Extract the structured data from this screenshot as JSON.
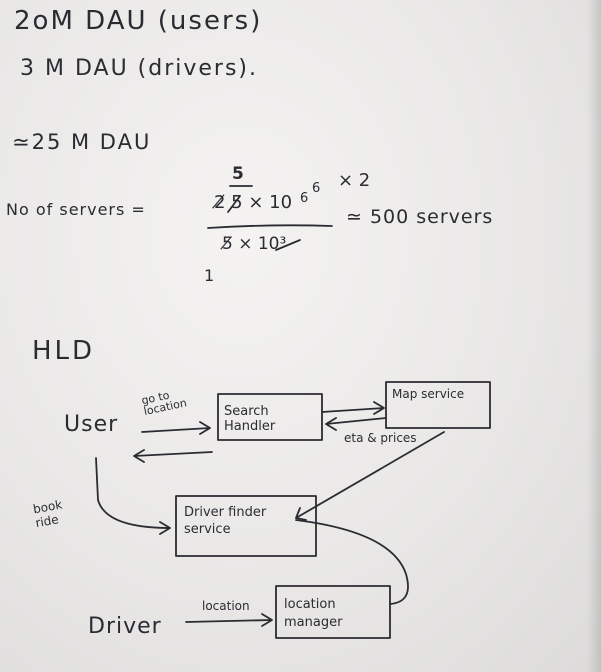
{
  "estimates": {
    "users_line": "2oM DAU (users)",
    "drivers_line": "3 M   DAU (drivers).",
    "total_line": "≃25  M    DAU"
  },
  "servers": {
    "label": "No of servers =",
    "numerator_cancel": "5",
    "numerator": "2̸ 5 × 10",
    "exp_struck": "6",
    "exp": "6",
    "times2": "× 2",
    "denominator": "5̸ × 10³",
    "result": "≃ 500  servers",
    "stray_mark": "1"
  },
  "hld": {
    "title": "HLD",
    "nodes": {
      "user": "User",
      "search_handler": "Search Handler",
      "map_service": "Map service",
      "driver_finder": "Driver finder service",
      "driver": "Driver",
      "location_manager": "location manager"
    },
    "edges": {
      "user_to_search": "go to location",
      "search_to_map": "eta & prices",
      "user_to_driver_finder": "book ride",
      "driver_to_location": "location"
    }
  }
}
